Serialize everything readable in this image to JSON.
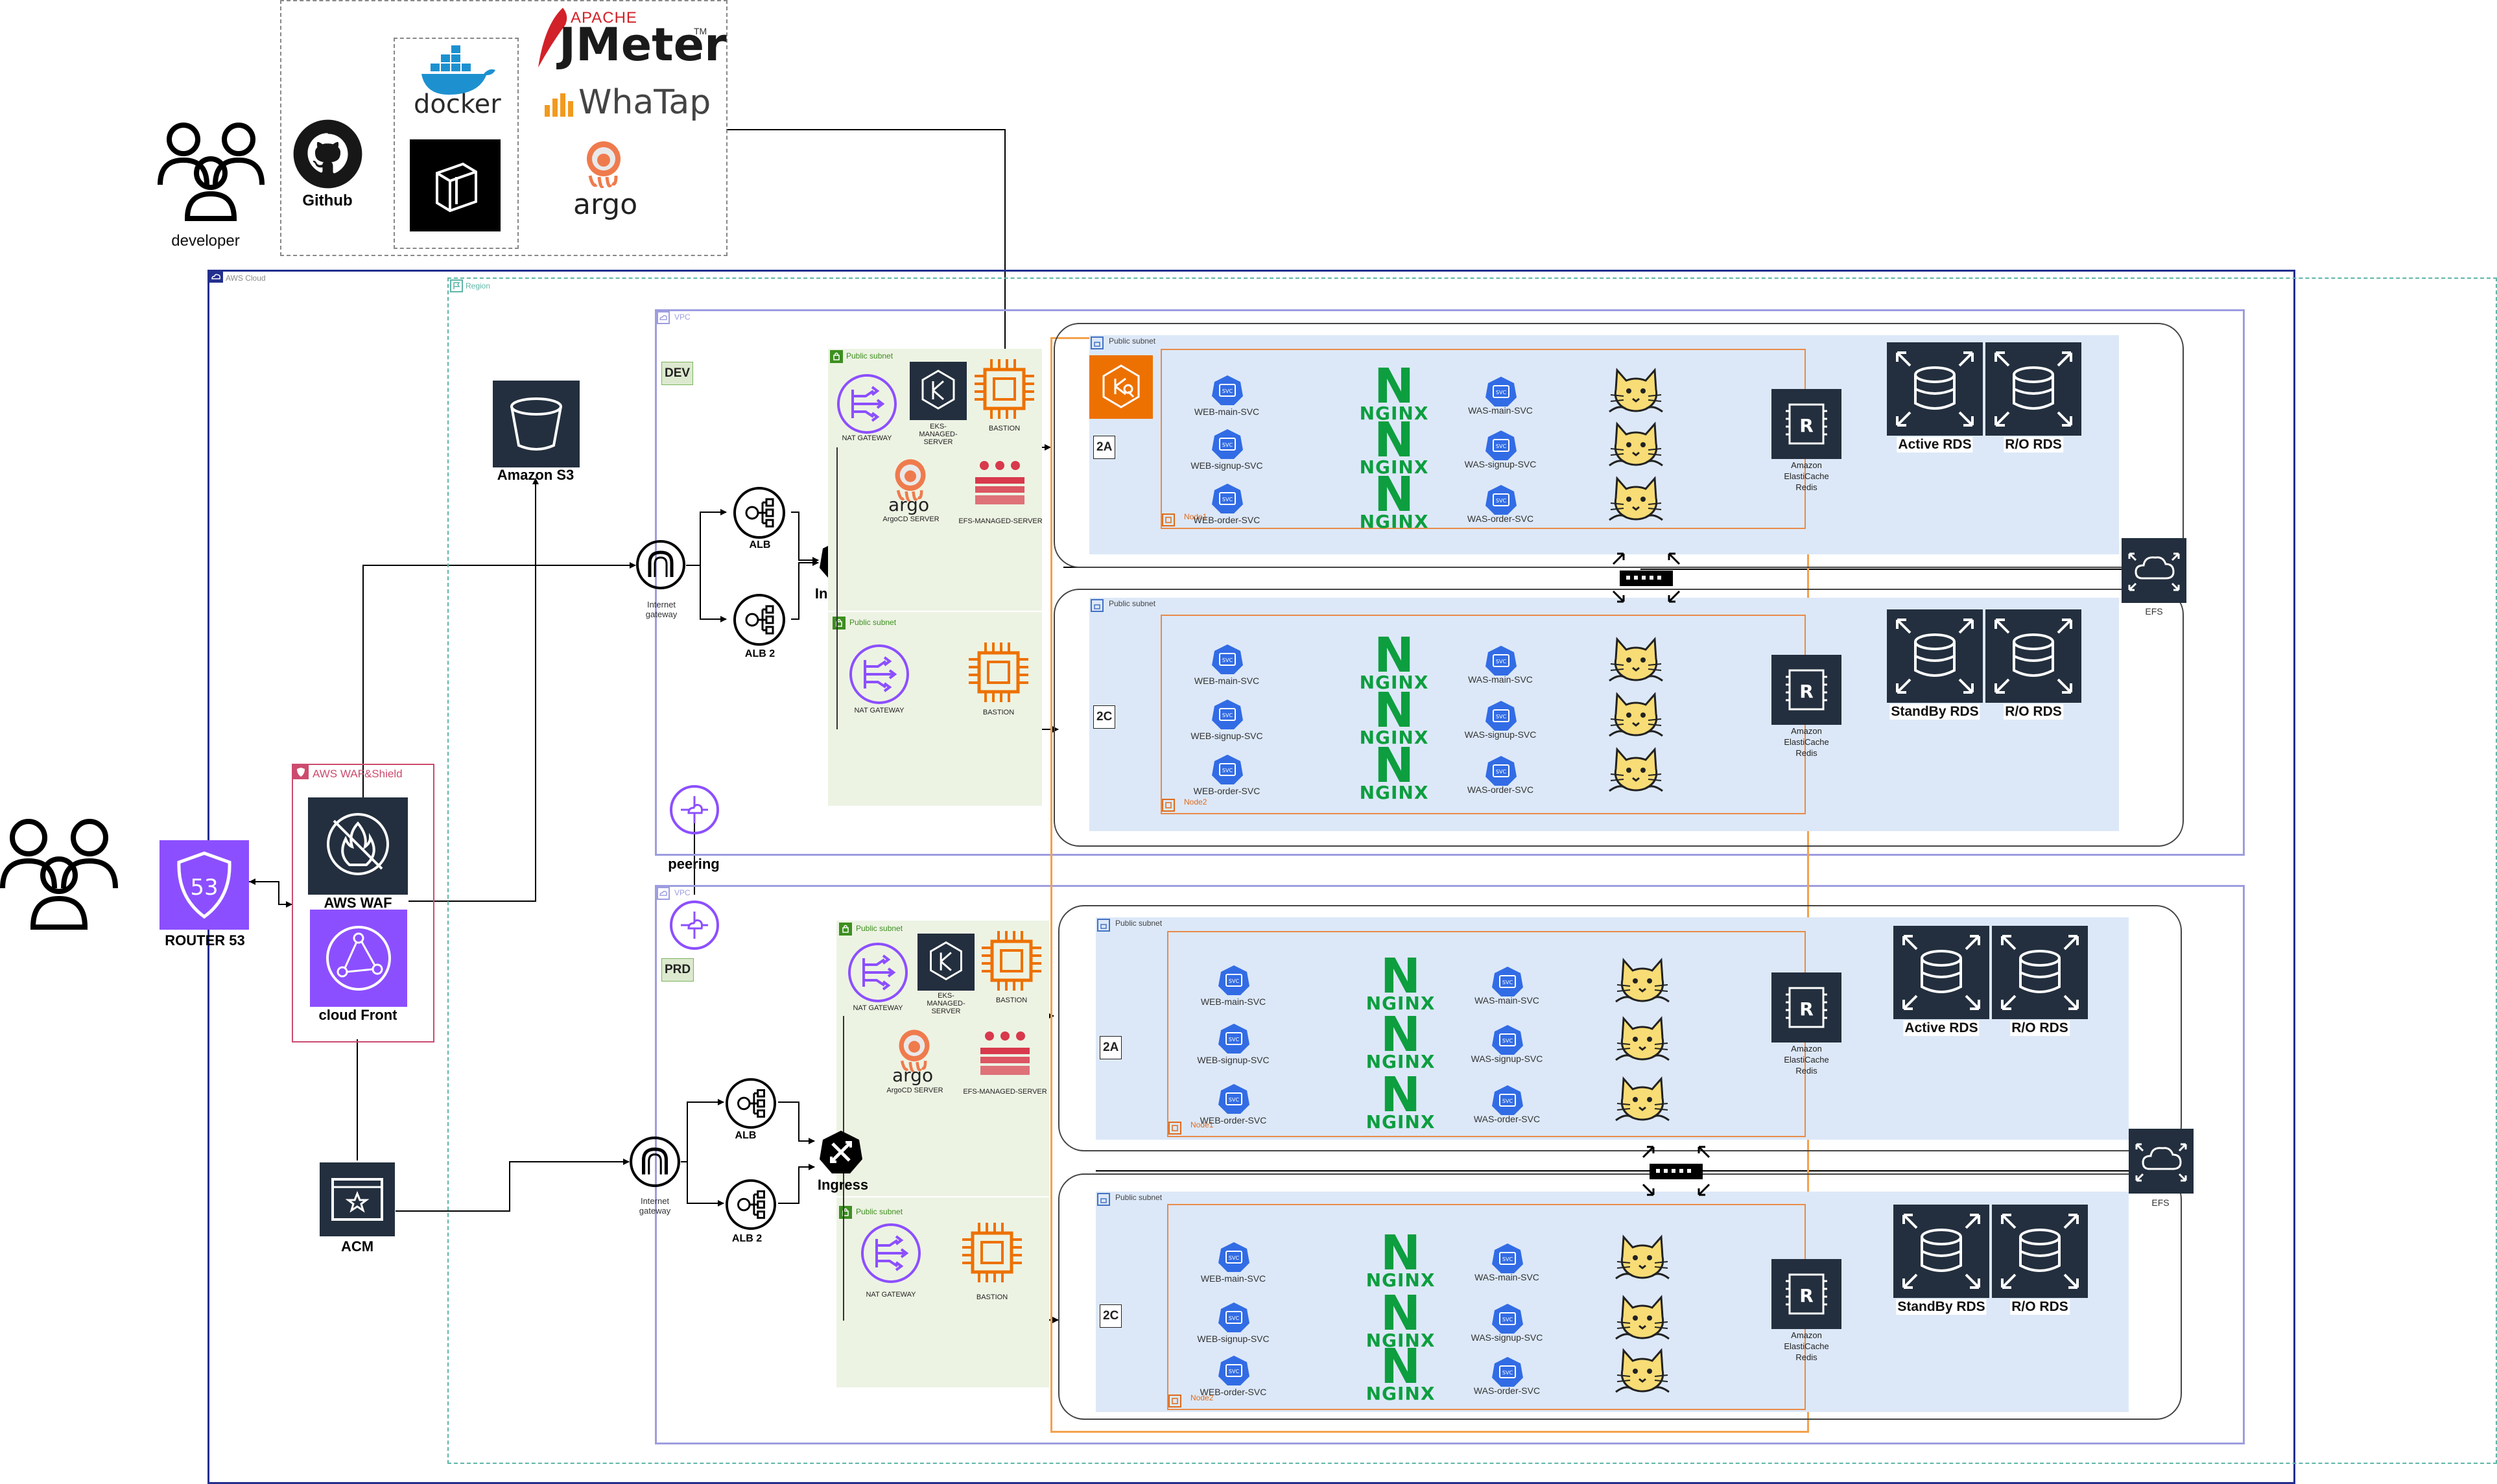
{
  "colors": {
    "aws_border": "#232f8e",
    "region_border": "#5fb6a8",
    "vpc_border": "#9d9de0",
    "public_subnet": "#edf3e3",
    "private_subnet": "#dce8f8",
    "node_border": "#e88b49",
    "nginx_green": "#0d9e3f",
    "aws_dark": "#232f3e",
    "aws_purple": "#8c4fff",
    "k8s_blue": "#326ce5",
    "waf_border": "#cc4b6e"
  },
  "tools": {
    "jmeter_vendor": "APACHE",
    "jmeter": "JMeter",
    "jmeter_tm": "TM",
    "docker": "docker",
    "whatap": "WhaTap",
    "argo": "argo",
    "github": "Github"
  },
  "actors": {
    "developer": "developer"
  },
  "cloud": {
    "aws": "AWS Cloud",
    "region": "Region",
    "vpc": "VPC",
    "public_subnet": "Public subnet"
  },
  "edge": {
    "route53": "ROUTER 53",
    "waf_group": "AWS WAF&Shield",
    "waf": "AWS WAF",
    "cloudfront": "cloud Front",
    "acm": "ACM",
    "s3": "Amazon S3",
    "peering": "peering"
  },
  "dev": {
    "tag": "DEV",
    "igw": "Internet gateway",
    "alb": "ALB",
    "alb2": "ALB 2",
    "ingress": "Ingress",
    "nat": "NAT GATEWAY",
    "eks": "EKS-MANAGED-SERVER",
    "bastion": "BASTION",
    "argocd": "ArgoCD SERVER",
    "efs_server": "EFS-MANAGED-SERVER",
    "az_a": {
      "tag": "2A",
      "node": "Node1",
      "rds1": "Active RDS",
      "rds2": "R/O RDS"
    },
    "az_c": {
      "tag": "2C",
      "node": "Node2",
      "rds1": "StandBy RDS",
      "rds2": "R/O RDS"
    },
    "efs": "EFS"
  },
  "prd": {
    "tag": "PRD",
    "igw": "Internet gateway",
    "alb": "ALB",
    "alb2": "ALB 2",
    "ingress": "Ingress",
    "nat": "NAT GATEWAY",
    "eks": "EKS-MANAGED-SERVER",
    "bastion": "BASTION",
    "argocd": "ArgoCD SERVER",
    "efs_server": "EFS-MANAGED-SERVER",
    "az_a": {
      "tag": "2A",
      "node": "Node1",
      "rds1": "Active RDS",
      "rds2": "R/O RDS"
    },
    "az_c": {
      "tag": "2C",
      "node": "Node2",
      "rds1": "StandBy RDS",
      "rds2": "R/O RDS"
    },
    "efs": "EFS"
  },
  "svc": {
    "svc": "SVC",
    "web_main": "WEB-main-SVC",
    "web_signup": "WEB-signup-SVC",
    "web_order": "WEB-order-SVC",
    "was_main": "WAS-main-SVC",
    "was_signup": "WAS-signup-SVC",
    "was_order": "WAS-order-SVC",
    "nginx_n": "N",
    "nginx_word": "NGINX"
  },
  "cache": {
    "line1": "Amazon",
    "line2": "ElastiCache",
    "line3": "Redis",
    "r": "R"
  }
}
